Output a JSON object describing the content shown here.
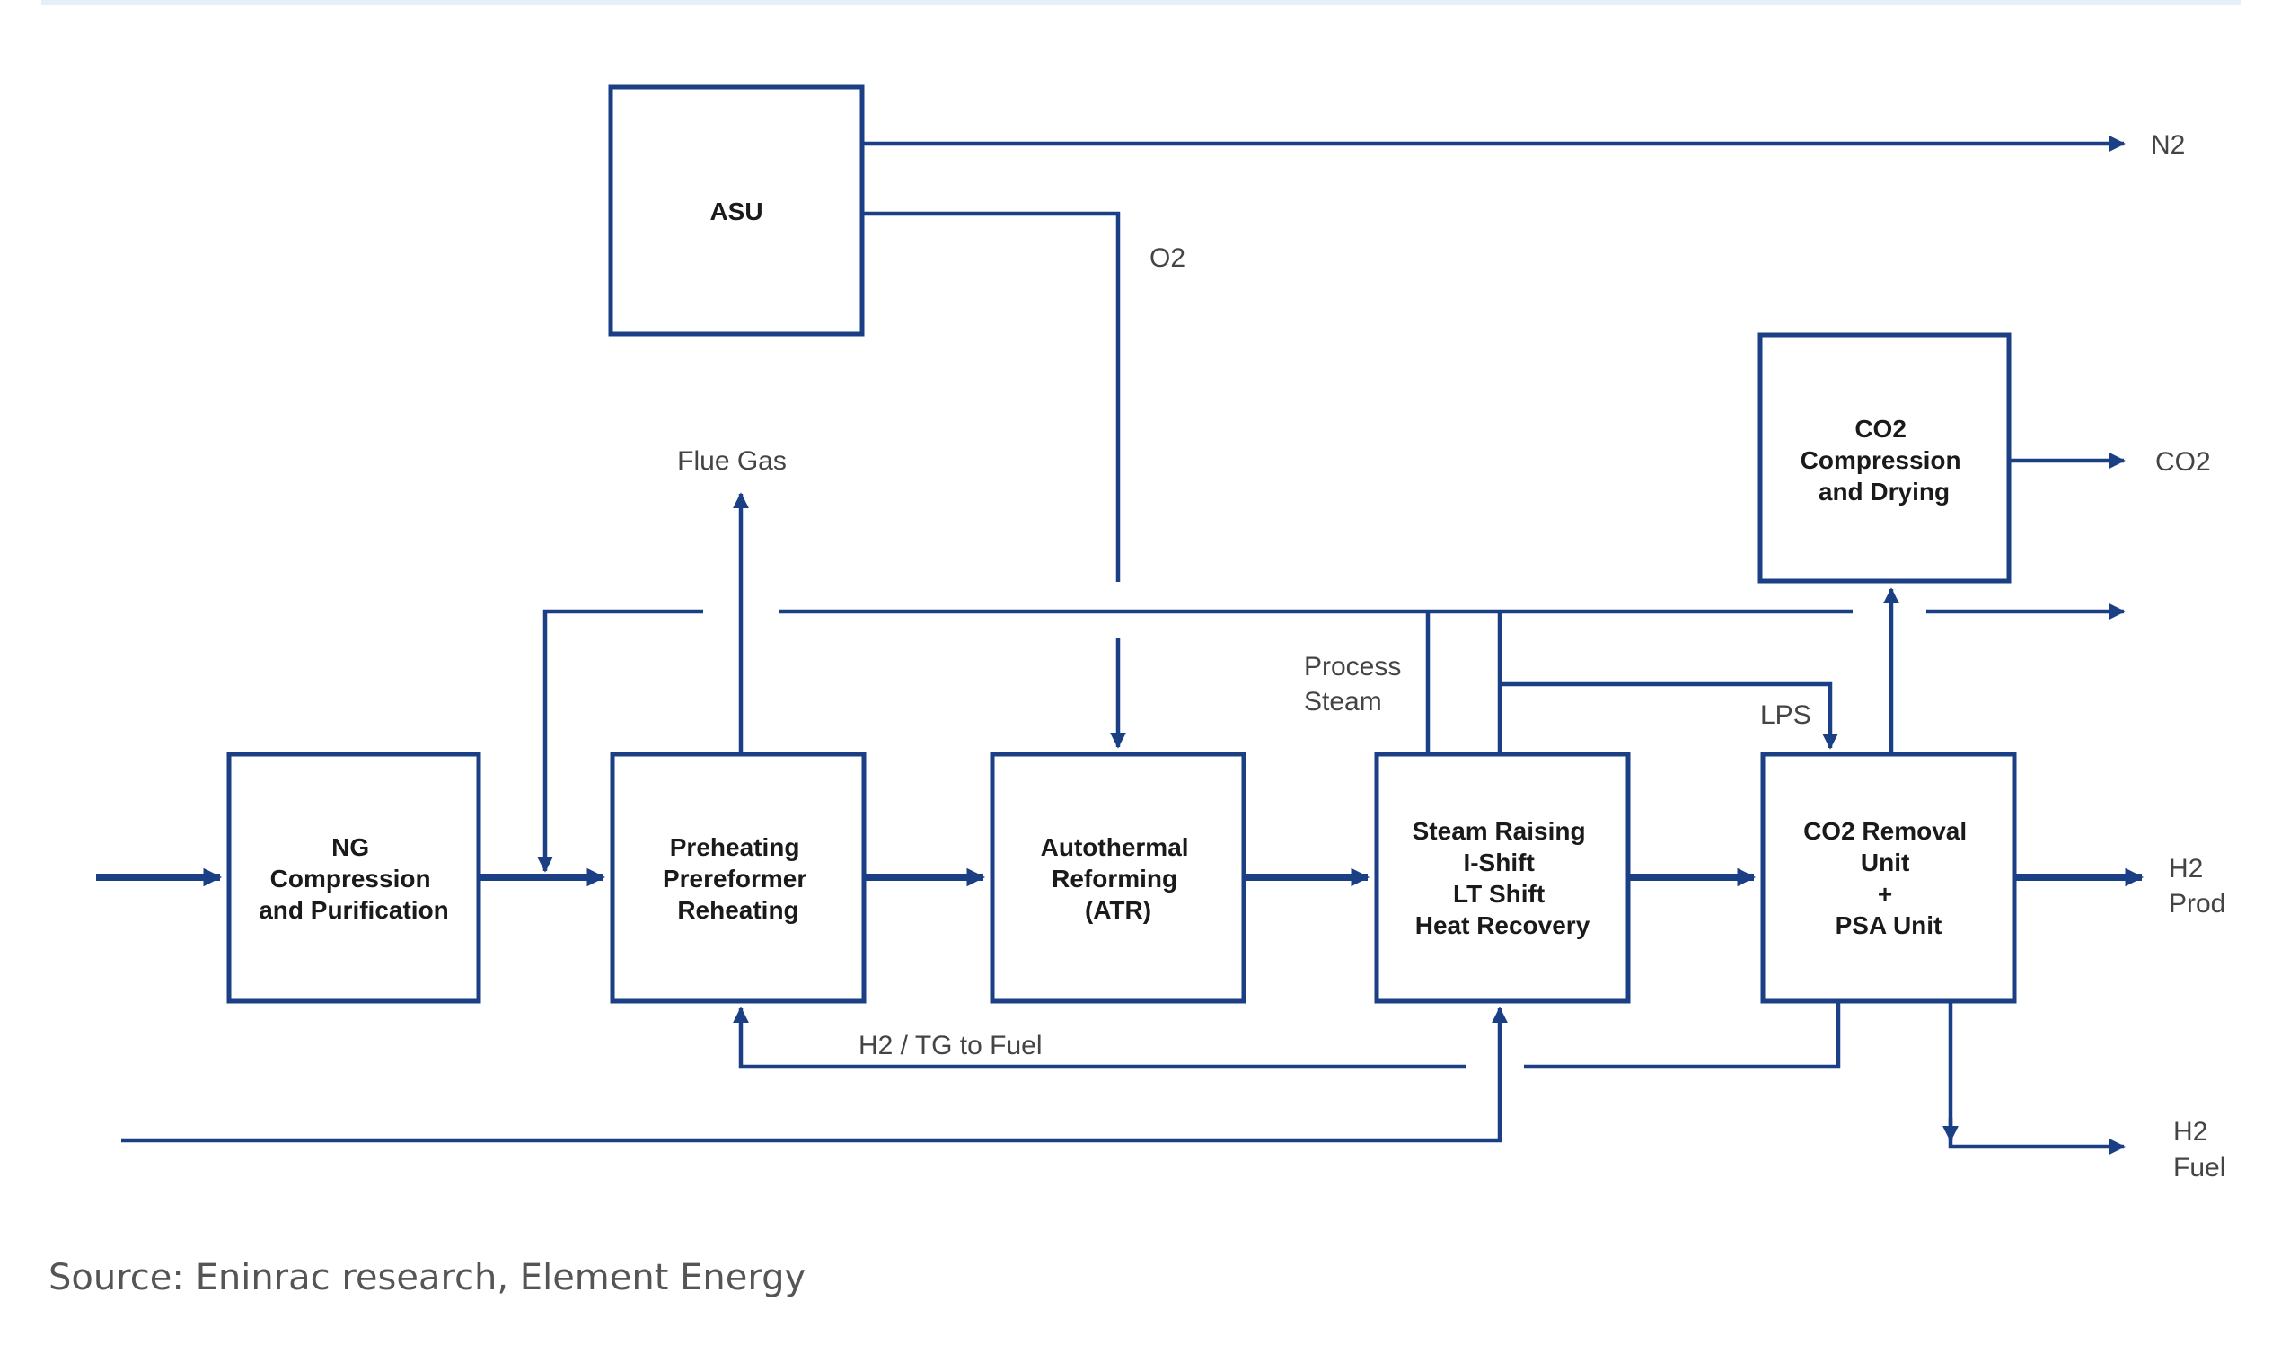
{
  "boxes": {
    "asu": [
      "ASU"
    ],
    "ng": [
      "NG",
      "Compression",
      "and Purification"
    ],
    "preheat": [
      "Preheating",
      "Prereformer",
      "Reheating"
    ],
    "atr": [
      "Autothermal",
      "Reforming",
      "(ATR)"
    ],
    "steam": [
      "Steam Raising",
      "I-Shift",
      "LT Shift",
      "Heat Recovery"
    ],
    "co2removal": [
      "CO2 Removal",
      "Unit",
      "+",
      "PSA Unit"
    ],
    "co2comp": [
      "CO2",
      "Compression",
      "and Drying"
    ]
  },
  "labels": {
    "n2": "N2",
    "o2": "O2",
    "flue_gas": "Flue Gas",
    "co2_out": "CO2",
    "process_steam": [
      "Process",
      "Steam"
    ],
    "lps": "LPS",
    "h2_prod": [
      "H2",
      "Prod"
    ],
    "h2_fuel": [
      "H2",
      "Fuel"
    ],
    "h2_tg_fuel": "H2 / TG to Fuel"
  },
  "source": "Source: Eninrac research, Element Energy",
  "colors": {
    "line": "#1a3f85",
    "text": "#1a1a1a",
    "label": "#444444"
  }
}
